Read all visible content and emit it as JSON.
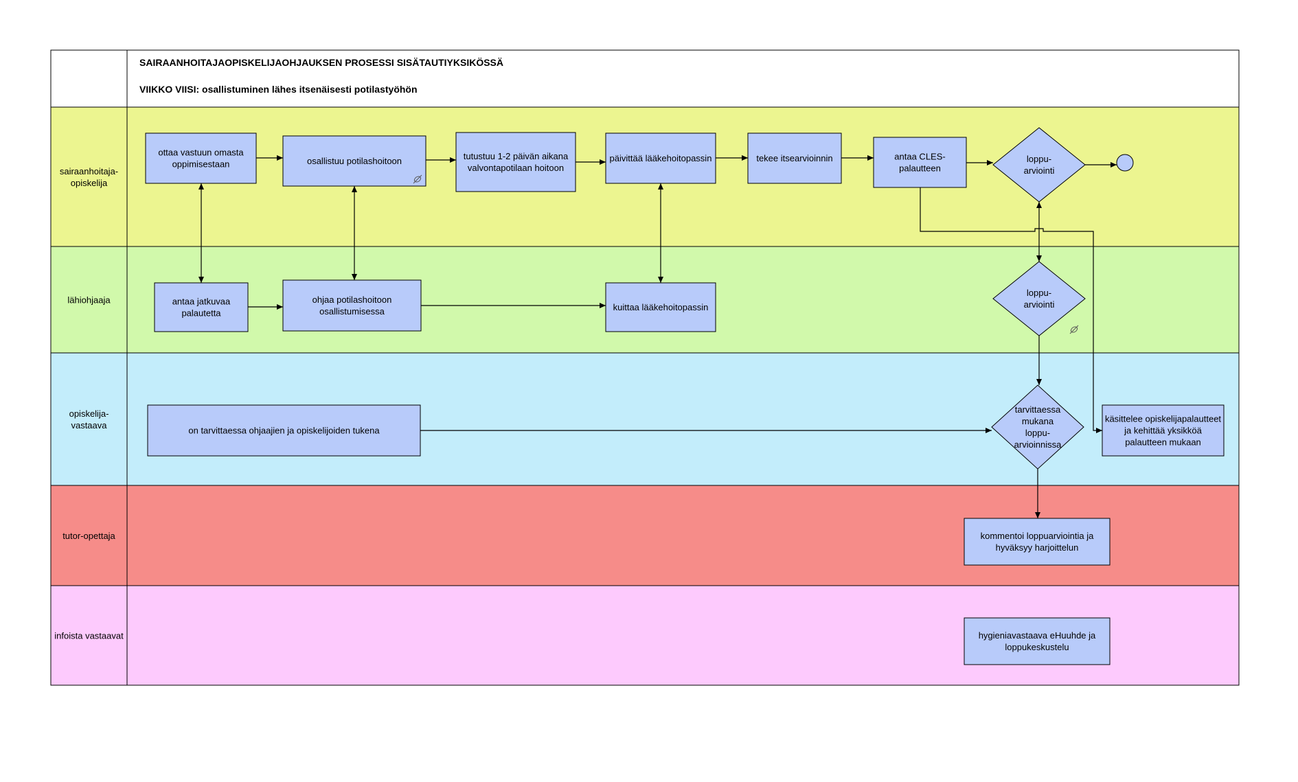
{
  "header": {
    "title": "SAIRAANHOITAJAOPISKELIJAOHJAUKSEN PROSESSI SISÄTAUTIYKSIKÖSSÄ",
    "subtitle": "VIIKKO VIISI: osallistuminen lähes itsenäisesti potilastyöhön"
  },
  "colors": {
    "lane_student": "#ecf590",
    "lane_mentor": "#d1f9ab",
    "lane_responsible": "#c3edfb",
    "lane_tutor": "#f68c89",
    "lane_info": "#fdcafd",
    "node_fill": "#b8cbfa",
    "stroke": "#000000"
  },
  "lanes": [
    {
      "id": "student",
      "label": [
        "sairaanhoitaja-",
        "opiskelija"
      ]
    },
    {
      "id": "mentor",
      "label": [
        "lähiohjaaja"
      ]
    },
    {
      "id": "responsible",
      "label": [
        "opiskelija-",
        "vastaava"
      ]
    },
    {
      "id": "tutor",
      "label": [
        "tutor-opettaja"
      ]
    },
    {
      "id": "info",
      "label": [
        "infoista vastaavat"
      ]
    }
  ],
  "nodes": [
    {
      "id": "n1",
      "shape": "process",
      "lines": [
        "ottaa vastuun omasta",
        "oppimisestaan"
      ]
    },
    {
      "id": "n2",
      "shape": "process",
      "lines": [
        "osallistuu potilashoitoon"
      ],
      "has_link_icon": true
    },
    {
      "id": "n3",
      "shape": "process",
      "lines": [
        "tutustuu 1-2 päivän aikana",
        "valvontapotilaan hoitoon"
      ]
    },
    {
      "id": "n4",
      "shape": "process",
      "lines": [
        "päivittää lääkehoitopassin"
      ]
    },
    {
      "id": "n5",
      "shape": "process",
      "lines": [
        "tekee itsearvioinnin"
      ]
    },
    {
      "id": "n6",
      "shape": "process",
      "lines": [
        "antaa CLES-",
        "palautteen"
      ]
    },
    {
      "id": "d1",
      "shape": "decision",
      "lines": [
        "loppu-",
        "arviointi"
      ]
    },
    {
      "id": "end",
      "shape": "end",
      "lines": []
    },
    {
      "id": "m1",
      "shape": "process",
      "lines": [
        "antaa jatkuvaa",
        "palautetta"
      ]
    },
    {
      "id": "m2",
      "shape": "process",
      "lines": [
        "ohjaa potilashoitoon",
        "osallistumisessa"
      ]
    },
    {
      "id": "m3",
      "shape": "process",
      "lines": [
        "kuittaa lääkehoitopassin"
      ]
    },
    {
      "id": "d2",
      "shape": "decision",
      "lines": [
        "loppu-",
        "arviointi"
      ],
      "has_link_icon": true
    },
    {
      "id": "r1",
      "shape": "process",
      "lines": [
        "on tarvittaessa ohjaajien ja opiskelijoiden tukena"
      ]
    },
    {
      "id": "d3",
      "shape": "decision",
      "lines": [
        "tarvittaessa",
        "mukana",
        "loppu-",
        "arvioinnissa"
      ]
    },
    {
      "id": "r2",
      "shape": "process",
      "lines": [
        "käsittelee opiskelijapalautteet",
        "ja kehittää yksikköä",
        "palautteen mukaan"
      ]
    },
    {
      "id": "t1",
      "shape": "process",
      "lines": [
        "kommentoi loppuarviointia ja",
        "hyväksyy harjoittelun"
      ]
    },
    {
      "id": "i1",
      "shape": "process",
      "lines": [
        "hygieniavastaava eHuuhde ja",
        "loppukeskustelu"
      ]
    }
  ],
  "edges": [
    {
      "from": "n1",
      "to": "n2"
    },
    {
      "from": "n2",
      "to": "n3"
    },
    {
      "from": "n3",
      "to": "n4"
    },
    {
      "from": "n4",
      "to": "n5"
    },
    {
      "from": "n5",
      "to": "n6"
    },
    {
      "from": "n6",
      "to": "d1"
    },
    {
      "from": "d1",
      "to": "end"
    },
    {
      "from": "n1",
      "to": "m1",
      "bidirectional": true
    },
    {
      "from": "n2",
      "to": "m2",
      "bidirectional": true
    },
    {
      "from": "n4",
      "to": "m3",
      "bidirectional": true
    },
    {
      "from": "d1",
      "to": "d2",
      "bidirectional": true
    },
    {
      "from": "m1",
      "to": "m2"
    },
    {
      "from": "m2",
      "to": "m3"
    },
    {
      "from": "d2",
      "to": "d3"
    },
    {
      "from": "r1",
      "to": "d3"
    },
    {
      "from": "n6",
      "to": "r2"
    },
    {
      "from": "d3",
      "to": "t1"
    }
  ]
}
